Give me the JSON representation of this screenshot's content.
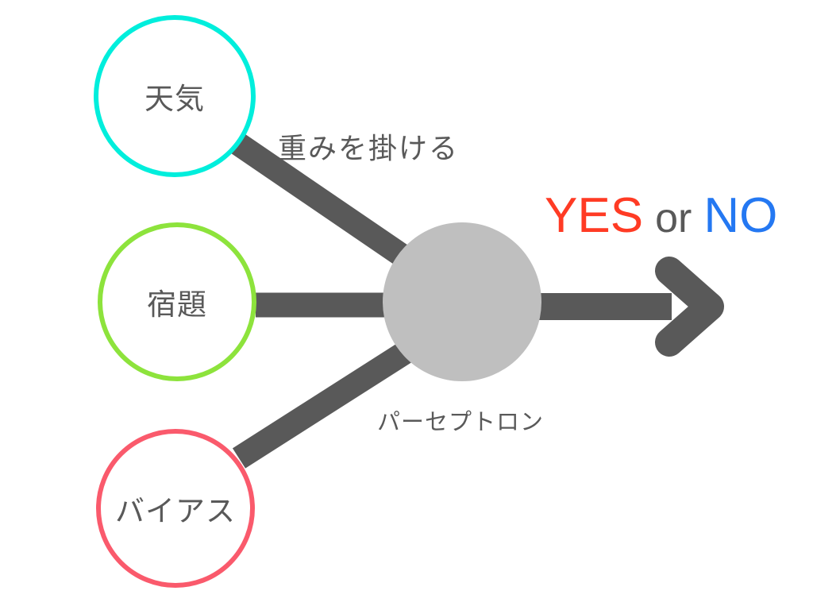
{
  "diagram": {
    "inputs": [
      {
        "label": "天気",
        "color": "#00EEDC"
      },
      {
        "label": "宿題",
        "color": "#8DE33C"
      },
      {
        "label": "バイアス",
        "color": "#FA5A6C"
      }
    ],
    "weights_label": "重みを掛ける",
    "perceptron": {
      "label": "パーセプトロン",
      "fill": "#BFBFBF"
    },
    "output": {
      "yes_label": "YES",
      "or_label": "or",
      "no_label": "NO",
      "yes_color": "#FF3B24",
      "or_color": "#595959",
      "no_color": "#2478F2"
    },
    "connector_color": "#595959"
  }
}
